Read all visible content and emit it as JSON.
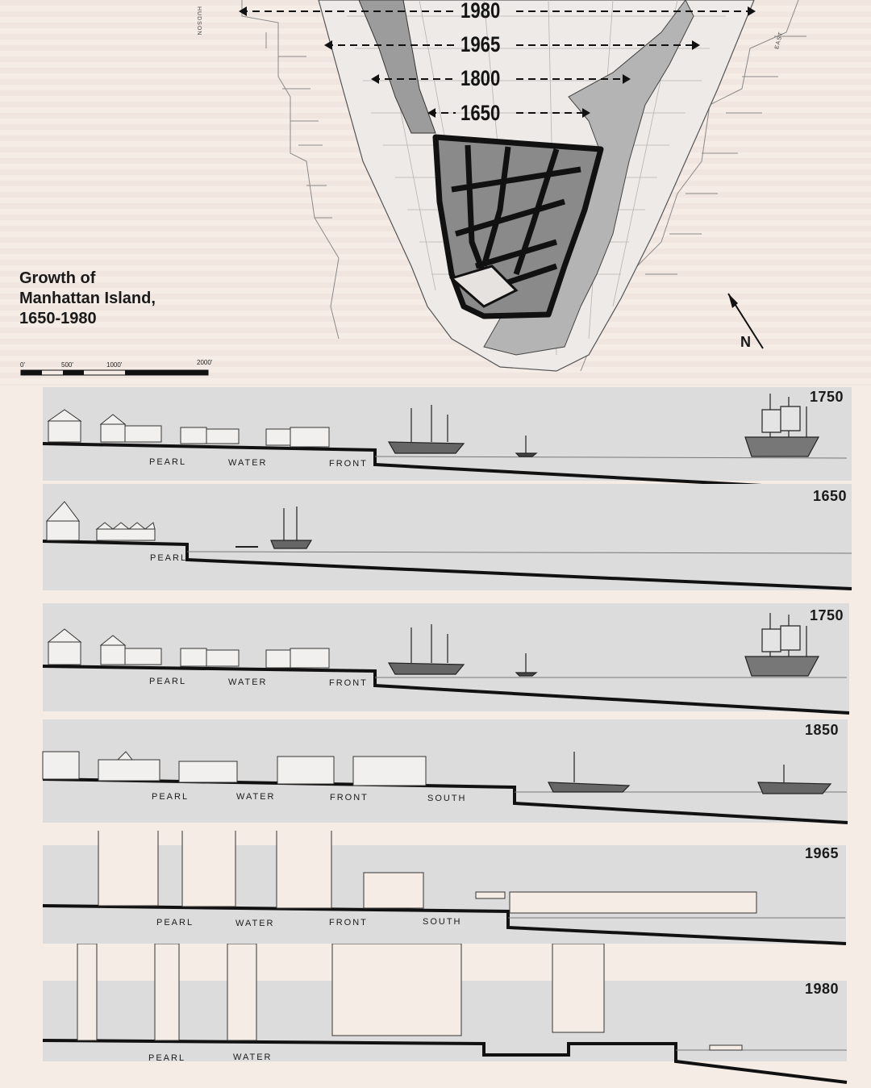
{
  "map": {
    "years": [
      "1980",
      "1965",
      "1800",
      "1650"
    ],
    "title_lines": [
      "Growth of",
      "Manhattan Island,",
      "1650-1980"
    ],
    "scale_labels": [
      "0'",
      "500'",
      "1000'",
      "2000'"
    ],
    "north": "N",
    "river_west": "HUDSON",
    "river_east": "EAST"
  },
  "sections": [
    {
      "year": "1750",
      "streets": [
        "PEARL",
        "WATER",
        "FRONT"
      ]
    },
    {
      "year": "1650",
      "streets": [
        "PEARL"
      ]
    },
    {
      "year": "1750",
      "streets": [
        "PEARL",
        "WATER",
        "FRONT"
      ]
    },
    {
      "year": "1850",
      "streets": [
        "PEARL",
        "WATER",
        "FRONT",
        "SOUTH"
      ]
    },
    {
      "year": "1965",
      "streets": [
        "PEARL",
        "WATER",
        "FRONT",
        "SOUTH"
      ]
    },
    {
      "year": "1980",
      "streets": [
        "PEARL",
        "WATER"
      ]
    }
  ],
  "colors": {
    "paper": "#f6ece6",
    "band": "#dcdcdc",
    "ink": "#141414",
    "landfill": "#9c9c9c"
  }
}
